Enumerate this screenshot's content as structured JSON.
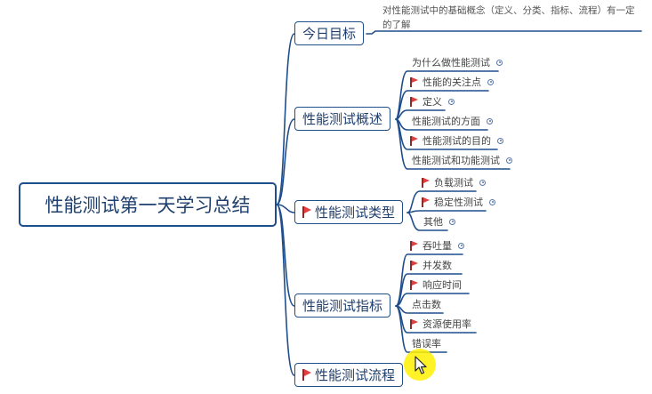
{
  "mindmap": {
    "root": {
      "label": "性能测试第一天学习总结"
    },
    "branches": [
      {
        "label": "今日目标",
        "flag": false,
        "note": "对性能测试中的基础概念（定义、分类、指标、流程）有一定的了解",
        "children": []
      },
      {
        "label": "性能测试概述",
        "flag": false,
        "children": [
          {
            "label": "为什么做性能测试",
            "flag": false,
            "dot": true
          },
          {
            "label": "性能的关注点",
            "flag": true,
            "dot": true
          },
          {
            "label": "定义",
            "flag": true,
            "dot": true
          },
          {
            "label": "性能测试的方面",
            "flag": false,
            "dot": true
          },
          {
            "label": "性能测试的目的",
            "flag": true,
            "dot": true
          },
          {
            "label": "性能测试和功能测试",
            "flag": false,
            "dot": true
          }
        ]
      },
      {
        "label": "性能测试类型",
        "flag": true,
        "children": [
          {
            "label": "负载测试",
            "flag": true,
            "dot": true
          },
          {
            "label": "稳定性测试",
            "flag": true,
            "dot": true
          },
          {
            "label": "其他",
            "flag": false,
            "dot": true
          }
        ]
      },
      {
        "label": "性能测试指标",
        "flag": false,
        "children": [
          {
            "label": "吞吐量",
            "flag": true,
            "dot": true
          },
          {
            "label": "并发数",
            "flag": true,
            "dot": false
          },
          {
            "label": "响应时间",
            "flag": true,
            "dot": false
          },
          {
            "label": "点击数",
            "flag": false,
            "dot": false
          },
          {
            "label": "资源使用率",
            "flag": true,
            "dot": false
          },
          {
            "label": "错误率",
            "flag": false,
            "dot": false
          }
        ]
      },
      {
        "label": "性能测试流程",
        "flag": true,
        "children": []
      }
    ]
  },
  "colors": {
    "line": "#1f4e8c",
    "flag": "#e04040",
    "cursor_highlight": "#fff000"
  }
}
